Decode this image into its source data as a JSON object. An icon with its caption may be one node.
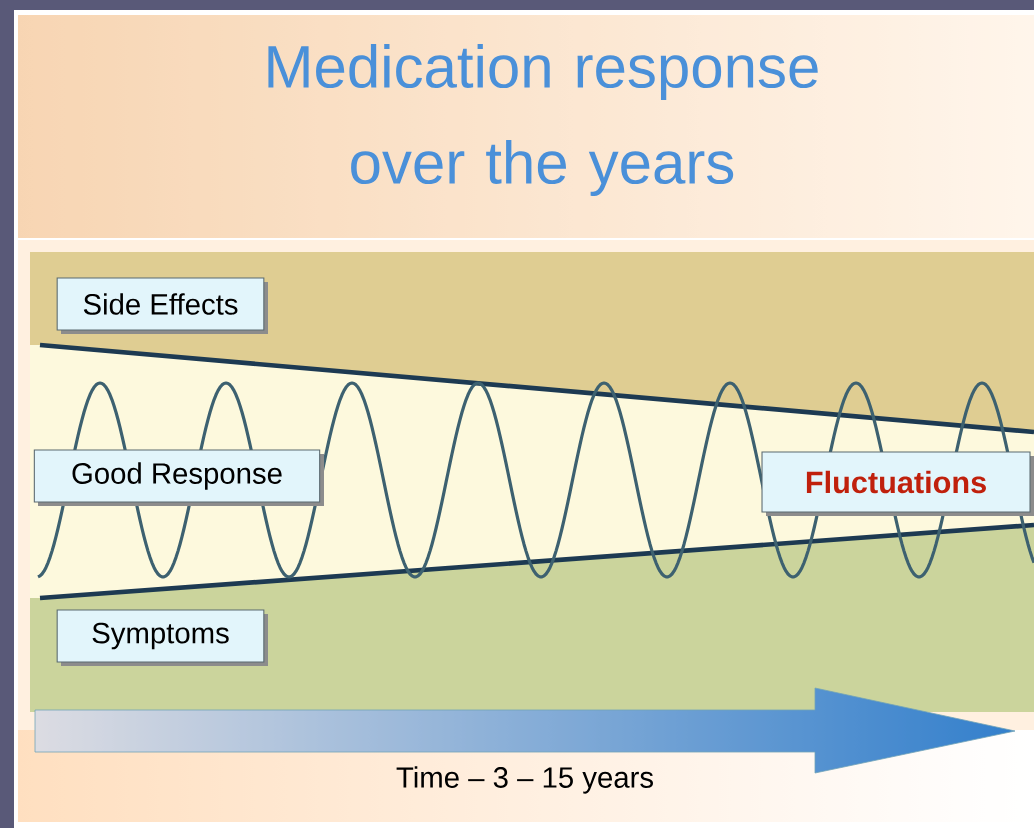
{
  "diagram": {
    "title": "Medication response over the years",
    "nodes": [
      {
        "text": [
          "Side Effects"
        ]
      },
      {
        "text": [
          "Good Response"
        ]
      },
      {
        "text": [
          "Fluctuations"
        ]
      },
      {
        "text": [
          "Symptoms"
        ]
      }
    ],
    "labels": [
      "Time – 3 – 15 years"
    ]
  }
}
